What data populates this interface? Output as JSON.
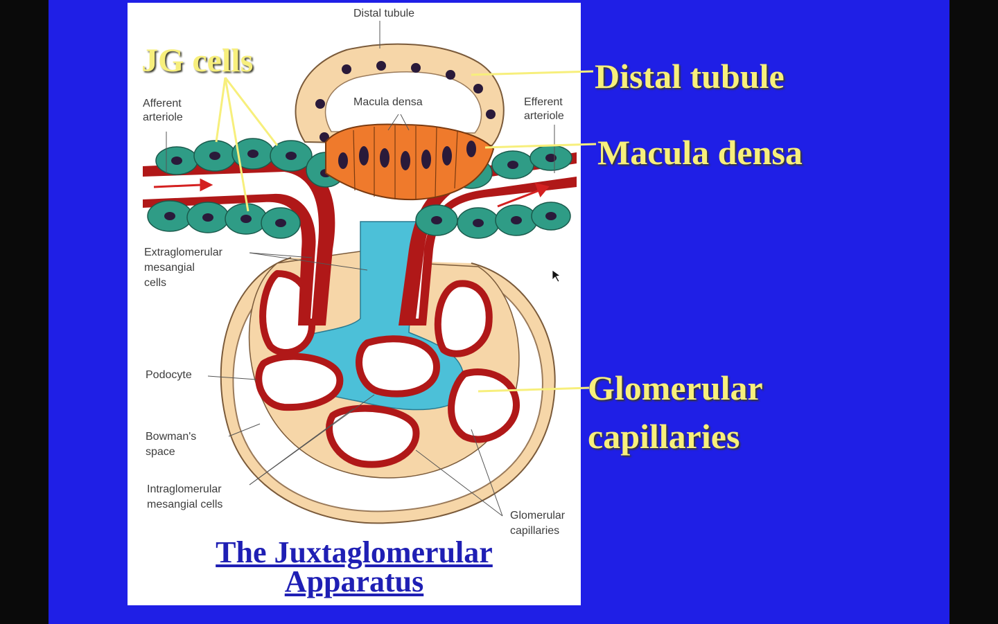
{
  "labels": {
    "distal_tubule_small": "Distal tubule",
    "macula_densa_small": "Macula densa",
    "afferent": "Afferent\narteriole",
    "efferent": "Efferent\narteriole",
    "extraglomerular": "Extraglomerular\nmesangial\ncells",
    "podocyte": "Podocyte",
    "bowmans": "Bowman's\nspace",
    "intraglomerular": "Intraglomerular\nmesangial cells",
    "glomerular_small": "Glomerular\ncapillaries"
  },
  "callouts": {
    "jg_cells": "JG cells",
    "distal_tubule": "Distal tubule",
    "macula_densa": "Macula densa",
    "glomerular_line1": "Glomerular",
    "glomerular_line2": "capillaries"
  },
  "title": {
    "line1": "The Juxtaglomerular",
    "line2": "Apparatus"
  },
  "colors": {
    "slide_bg": "#1f1fe6",
    "callout_text": "#f7ef7c",
    "title_text": "#1f1fb4",
    "tubule_cells": "#f6d6a8",
    "macula_cells": "#ef7a2c",
    "jg_cells": "#2f9c86",
    "mesangial": "#4cc0d8",
    "vessel": "#b01818"
  }
}
